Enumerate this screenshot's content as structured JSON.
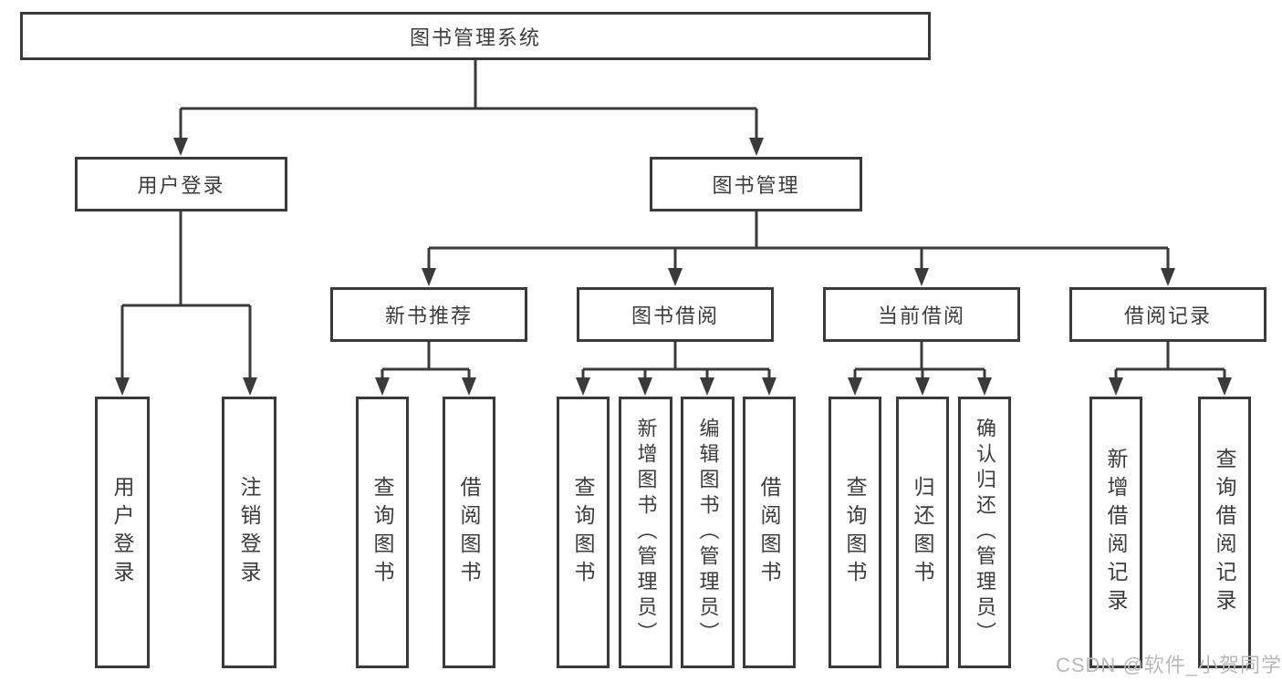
{
  "title": "图书管理系统",
  "tree": {
    "label": "图书管理系统",
    "children": [
      {
        "label": "用户登录",
        "children": [
          {
            "label": "用户登录"
          },
          {
            "label": "注销登录"
          }
        ]
      },
      {
        "label": "图书管理",
        "children": [
          {
            "label": "新书推荐",
            "children": [
              {
                "label": "查询图书"
              },
              {
                "label": "借阅图书"
              }
            ]
          },
          {
            "label": "图书借阅",
            "children": [
              {
                "label": "查询图书"
              },
              {
                "label": "新增图书（管理员）"
              },
              {
                "label": "编辑图书（管理员）"
              },
              {
                "label": "借阅图书"
              }
            ]
          },
          {
            "label": "当前借阅",
            "children": [
              {
                "label": "查询图书"
              },
              {
                "label": "归还图书"
              },
              {
                "label": "确认归还（管理员）"
              }
            ]
          },
          {
            "label": "借阅记录",
            "children": [
              {
                "label": "新增借阅记录"
              },
              {
                "label": "查询借阅记录"
              }
            ]
          }
        ]
      }
    ]
  },
  "watermark": {
    "text": "CSDN @软件_小贺同学"
  },
  "colors": {
    "line": "#3a3a3a",
    "text": "#3c3c3c",
    "background": "#ffffff",
    "watermark": "#b9b9b9"
  }
}
